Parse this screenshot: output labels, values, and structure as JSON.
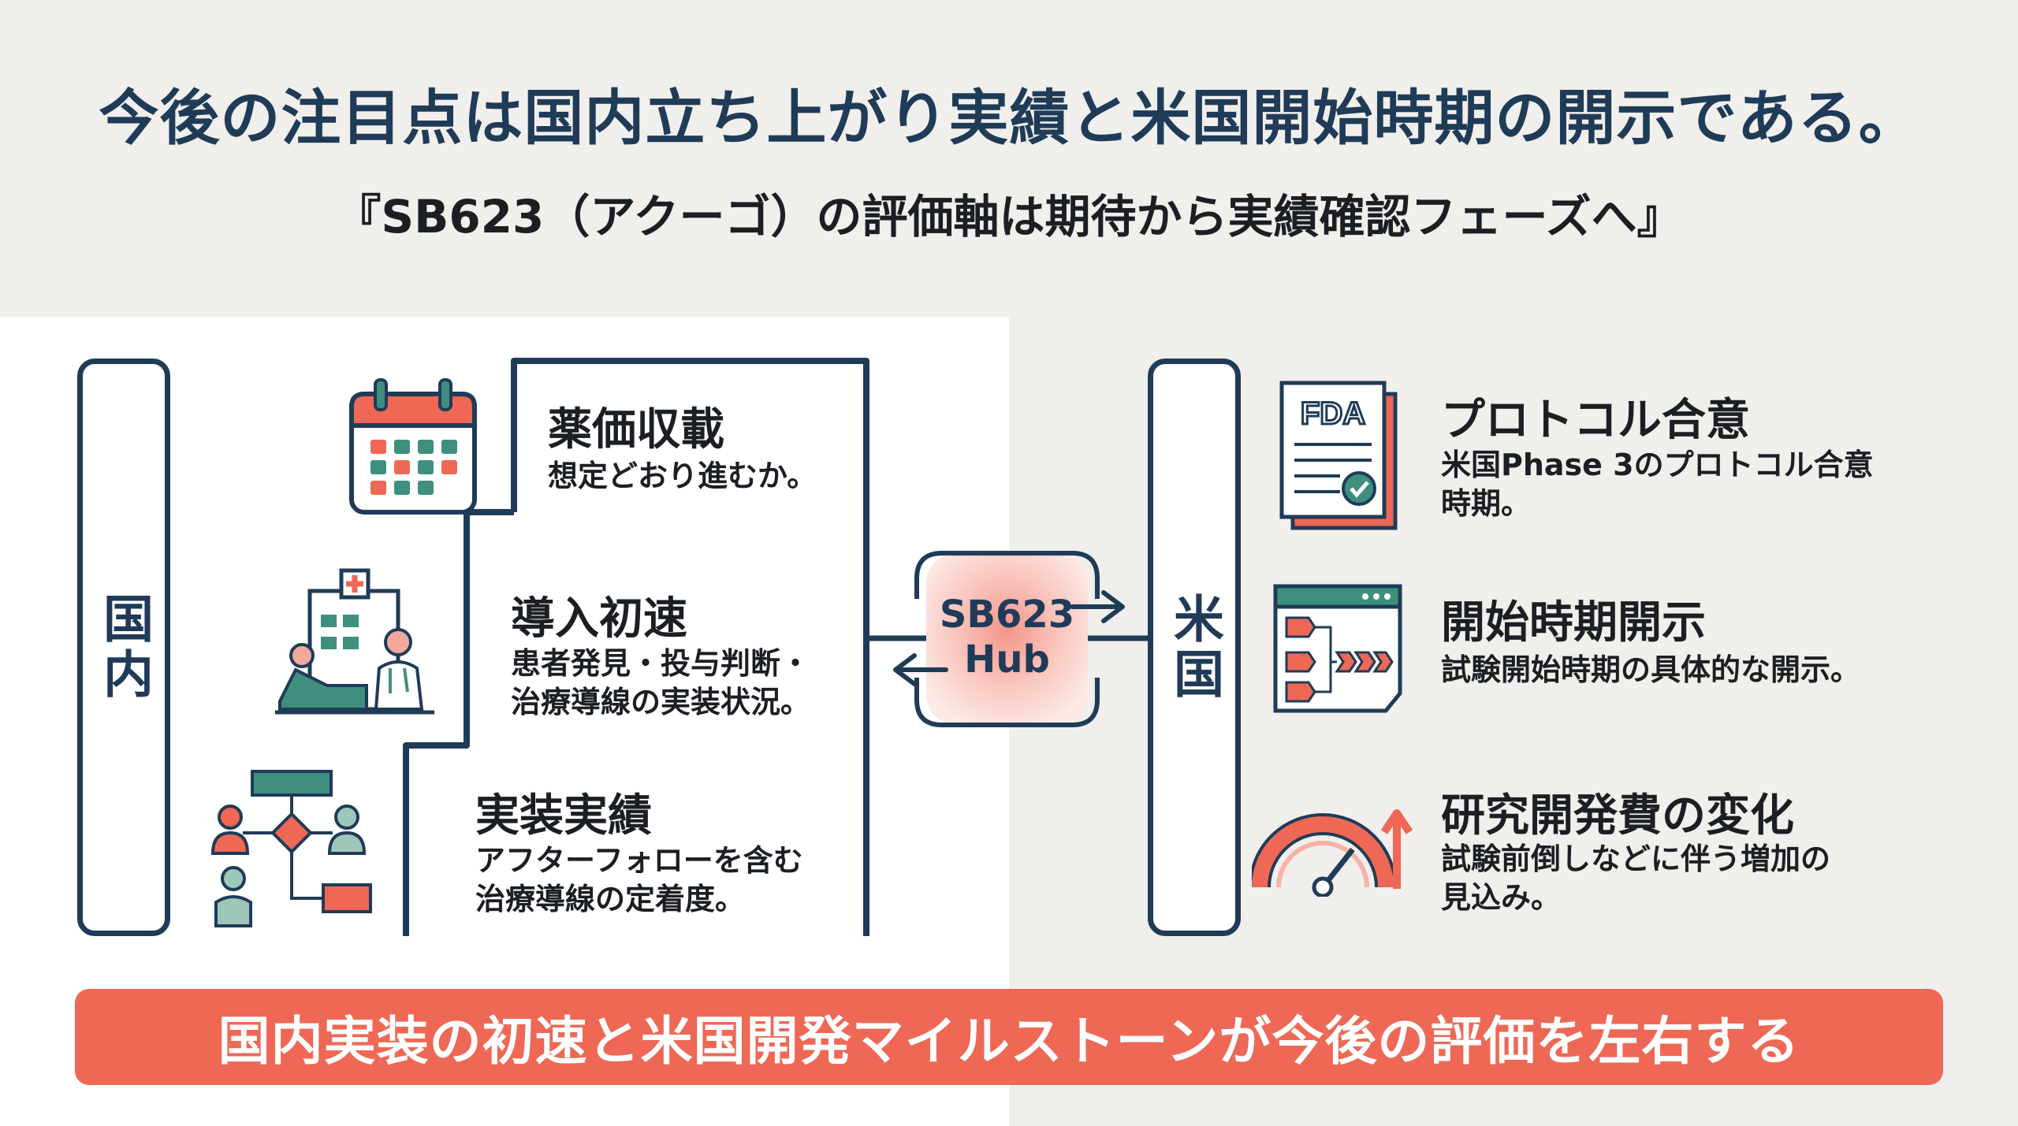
{
  "title": "今後の注目点は国内立ち上がり実績と米国開始時期の開示である。",
  "subtitle": "『SB623（アクーゴ）の評価軸は期待から実績確認フェーズへ』",
  "domestic": {
    "label": "国内",
    "items": [
      {
        "title": "薬価収載",
        "desc": "想定どおり進むか。",
        "icon": "calendar-icon"
      },
      {
        "title": "導入初速",
        "desc": [
          "患者発見・投与判断・",
          "治療導線の実装状況。"
        ],
        "icon": "hospital-doctor-icon"
      },
      {
        "title": "実装実績",
        "desc": [
          "アフターフォローを含む",
          "治療導線の定着度。"
        ],
        "icon": "care-flow-icon"
      }
    ]
  },
  "hub": {
    "label": [
      "SB623",
      "Hub"
    ]
  },
  "us": {
    "label": "米国",
    "items": [
      {
        "title": "プロトコル合意",
        "desc": [
          "米国Phase 3のプロトコル合意",
          "時期。"
        ],
        "icon": "fda-document-icon",
        "icon_text": "FDA"
      },
      {
        "title": "開始時期開示",
        "desc": [
          "試験開始時期の具体的な開示。"
        ],
        "icon": "process-flow-icon"
      },
      {
        "title": "研究開発費の変化",
        "desc": [
          "試験前倒しなどに伴う増加の",
          "見込み。"
        ],
        "icon": "gauge-up-icon"
      }
    ]
  },
  "banner": "国内実装の初速と米国開発マイルストーンが今後の評価を左右する",
  "colors": {
    "navy": "#1f3b57",
    "coral": "#ee6855",
    "teal": "#3f8f7e",
    "bg": "#f0efec"
  }
}
